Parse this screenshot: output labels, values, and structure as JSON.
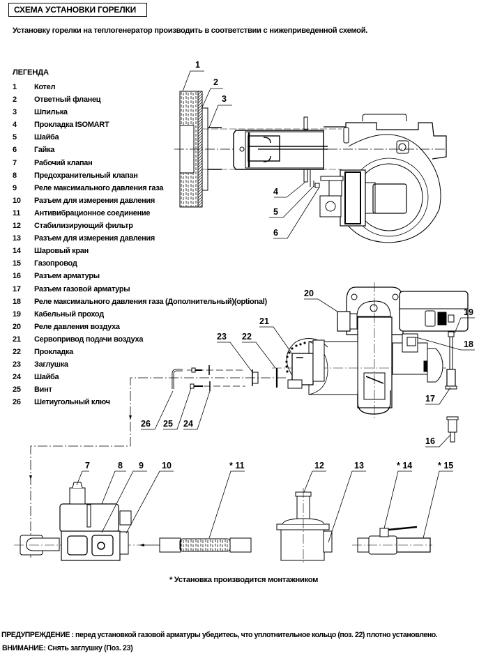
{
  "header": {
    "title": "СХЕМА УСТАНОВКИ ГОРЕЛКИ",
    "intro": "Установку горелки на теплогенератор производить в соответствии с нижеприведенной схемой."
  },
  "legend": {
    "title": "ЛЕГЕНДА",
    "items": [
      {
        "num": "1",
        "label": "Котел"
      },
      {
        "num": "2",
        "label": "Ответный фланец"
      },
      {
        "num": "3",
        "label": "Шпилька"
      },
      {
        "num": "4",
        "label": "Прокладка ISOMART"
      },
      {
        "num": "5",
        "label": "Шайба"
      },
      {
        "num": "6",
        "label": "Гайка"
      },
      {
        "num": "7",
        "label": "Рабочий клапан"
      },
      {
        "num": "8",
        "label": "Предохранительный клапан"
      },
      {
        "num": "9",
        "label": "Реле максимального давления газа"
      },
      {
        "num": "10",
        "label": "Разъем для измерения давления"
      },
      {
        "num": "11",
        "label": "Антивибрационное соединение"
      },
      {
        "num": "12",
        "label": "Стабилизирующий фильтр"
      },
      {
        "num": "13",
        "label": "Разъем для измерения давления"
      },
      {
        "num": "14",
        "label": "Шаровый кран"
      },
      {
        "num": "15",
        "label": "Газопровод"
      },
      {
        "num": "16",
        "label": "Разъем арматуры"
      },
      {
        "num": "17",
        "label": "Разъем газовой арматуры"
      },
      {
        "num": "18",
        "label": "Реле максимального давления газа (Дополнительный)(optional)"
      },
      {
        "num": "19",
        "label": "Кабельный проход"
      },
      {
        "num": "20",
        "label": "Реле давления воздуха"
      },
      {
        "num": "21",
        "label": "Сервопривод подачи воздуха"
      },
      {
        "num": "22",
        "label": "Прокладка"
      },
      {
        "num": "23",
        "label": "Заглушка"
      },
      {
        "num": "24",
        "label": "Шайба"
      },
      {
        "num": "25",
        "label": "Винт"
      },
      {
        "num": "26",
        "label": "Шетиугольный ключ"
      }
    ]
  },
  "callouts": {
    "c1": "1",
    "c2": "2",
    "c3": "3",
    "c4": "4",
    "c5": "5",
    "c6": "6",
    "c7": "7",
    "c8": "8",
    "c9": "9",
    "c10": "10",
    "c11": "* 11",
    "c12": "12",
    "c13": "13",
    "c14": "* 14",
    "c15": "* 15",
    "c16": "16",
    "c17": "17",
    "c18": "18",
    "c19": "19",
    "c20": "20",
    "c21": "21",
    "c22": "22",
    "c23": "23",
    "c24": "24",
    "c25": "25",
    "c26": "26"
  },
  "notes": {
    "footnote": "*  Установка производится монтажником",
    "warning": "ПРЕДУПРЕЖДЕНИЕ : перед установкой газовой арматуры убедитесь, что уплотнительное кольцо (поз. 22) плотно установлено.",
    "attention": "ВНИМАНИЕ: Снять заглушку (Поз. 23)"
  }
}
